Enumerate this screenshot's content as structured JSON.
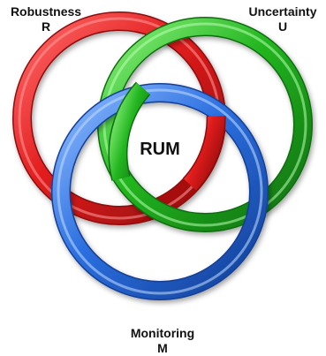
{
  "labels": {
    "robustness": {
      "name": "Robustness",
      "letter": "R"
    },
    "uncertainty": {
      "name": "Uncertainty",
      "letter": "U"
    },
    "monitoring": {
      "name": "Monitoring",
      "letter": "M"
    },
    "center": "RUM"
  },
  "colors": {
    "red": "#e21c1c",
    "green": "#22b51f",
    "blue": "#2b6fe0"
  }
}
